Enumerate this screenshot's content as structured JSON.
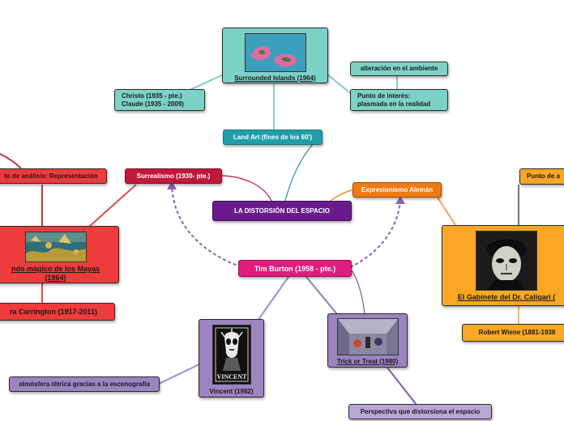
{
  "central": "LA DISTORSIÓN DEL ESPACIO",
  "tim_burton": "Tim Burton (1958 - pte.)",
  "land_art": "Land Art (fines de los 60')",
  "surrounded": "Surrounded Islands (1964)",
  "christo": "Christo (1935 - pte.)",
  "claude": "Claude (1935 - 2009)",
  "alteracion": "alteración en el ambiente",
  "punto_interes_1": "Punto de interés:",
  "punto_interes_2": "plasmada en la realidad",
  "surrealismo": "Surrealismo (1930- pte.)",
  "punto_analisis": "to de análisis: Representación",
  "mundo_magico_1": "ndo mágico de los Mayas",
  "mundo_magico_2": "(1964)",
  "carrington": "ra Carrington (1917-2011)",
  "expresionismo": "Expresionismo Alemán",
  "punto_a": "Punto de a",
  "caligari": "El Gabinete del Dr. Caligari (",
  "wiene": "Robert Wiene (1881-1938",
  "vincent": "Vincent (1982)",
  "vincent_poster_text": "VINCENT",
  "atmosfera": "atmósfera tétrica gracias a la escenografía",
  "trick": "Trick or Treat (1980)",
  "perspectiva": "Perspectiva que distorsiona el espacio",
  "colors": {
    "central": "#6a1a8e",
    "tim_burton": "#e01d7d",
    "land_art": "#1e9eab",
    "surrealismo": "#c0193a",
    "expresionismo": "#ef7a12",
    "caligari": "#f7a724",
    "vincent": "#9b84c0"
  }
}
